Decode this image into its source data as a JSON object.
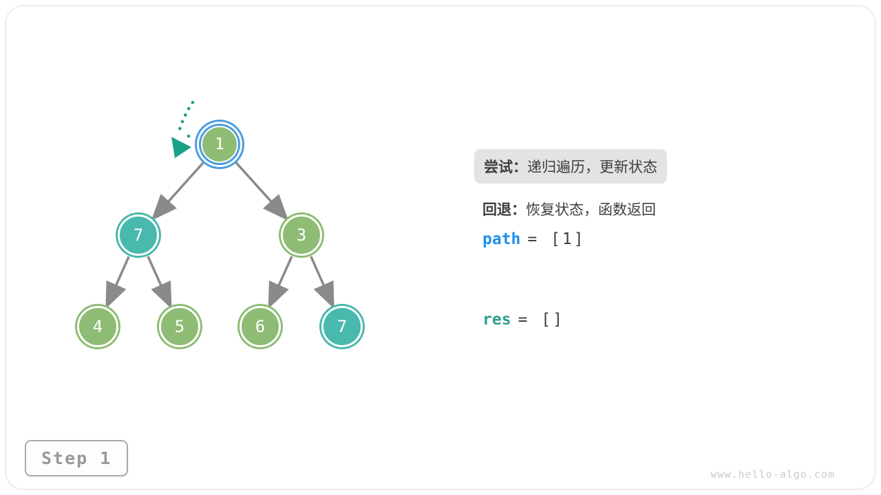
{
  "figure": {
    "step_badge": "Step 1",
    "watermark": "www.hello-algo.com"
  },
  "legend": {
    "try_label": "尝试：",
    "try_text": "递归遍历，更新状态",
    "back_label": "回退：",
    "back_text": "恢复状态，函数返回"
  },
  "state": {
    "path_name": "path",
    "path_value": "= [1]",
    "res_name": "res",
    "res_value": "= []"
  },
  "tree": {
    "nodes": [
      {
        "id": "root",
        "value": "1",
        "color": "green",
        "highlighted": true
      },
      {
        "id": "left",
        "value": "7",
        "color": "teal",
        "highlighted": false
      },
      {
        "id": "right",
        "value": "3",
        "color": "green",
        "highlighted": false
      },
      {
        "id": "left-left",
        "value": "4",
        "color": "green",
        "highlighted": false
      },
      {
        "id": "left-right",
        "value": "5",
        "color": "green",
        "highlighted": false
      },
      {
        "id": "right-left",
        "value": "6",
        "color": "green",
        "highlighted": false
      },
      {
        "id": "right-right",
        "value": "7",
        "color": "teal",
        "highlighted": false
      }
    ],
    "edges": [
      [
        "root",
        "left"
      ],
      [
        "root",
        "right"
      ],
      [
        "left",
        "left-left"
      ],
      [
        "left",
        "left-right"
      ],
      [
        "right",
        "right-left"
      ],
      [
        "right",
        "right-right"
      ]
    ]
  },
  "colors": {
    "node_green": "#8ebc74",
    "node_teal": "#48b9ac",
    "highlight_ring_blue": "#4a9ce0",
    "pointer_teal": "#17a286",
    "edge_gray": "#8a8a8a",
    "path_blue": "#2090ea",
    "res_teal": "#2f9f8e",
    "text_dark": "#3e3e3e",
    "label_box_bg": "#e3e3e3"
  }
}
